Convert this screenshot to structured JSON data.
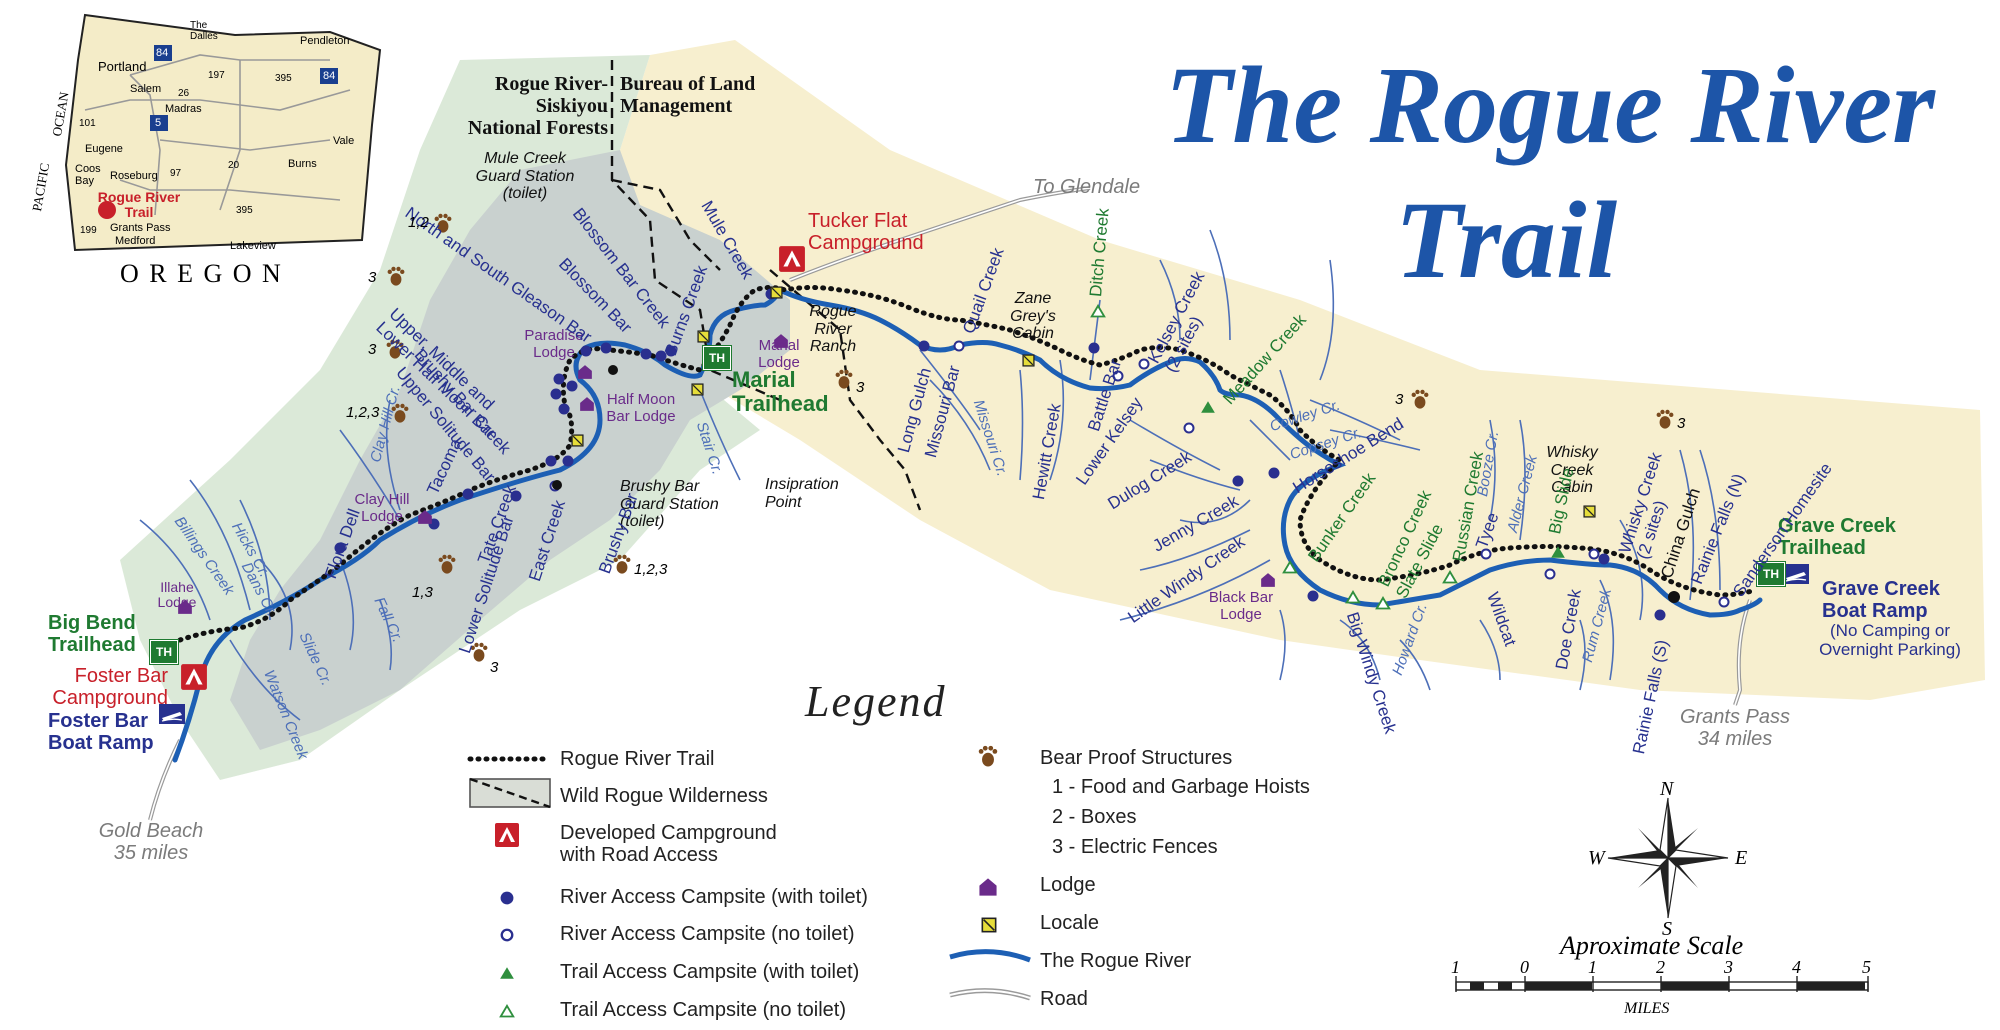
{
  "title": {
    "line1": "The Rogue River",
    "line2": "Trail"
  },
  "inset": {
    "state": "O R E G O N",
    "ocean1": "OCEAN",
    "ocean2": "PACIFIC",
    "cities": [
      "Portland",
      "The Dalles",
      "Pendleton",
      "Salem",
      "Madras",
      "Eugene",
      "Coos Bay",
      "Roseburg",
      "Burns",
      "Vale",
      "Grants Pass",
      "Medford",
      "Lakeview"
    ],
    "highways": [
      "84",
      "84",
      "5",
      "101",
      "26",
      "197",
      "395",
      "97",
      "20",
      "395",
      "199"
    ],
    "highlight": "Rogue River Trail"
  },
  "agencies": {
    "forest": "Rogue River-\nSiskiyou\nNational Forests",
    "blm": "Bureau of Land\nManagement"
  },
  "trailheads": {
    "big_bend": "Big Bend\nTrailhead",
    "marial": "Marial\nTrailhead",
    "grave_creek": "Grave Creek\nTrailhead",
    "th_badge": "TH"
  },
  "campgrounds": {
    "foster_bar": "Foster Bar\nCampground",
    "tucker_flat": "Tucker Flat\nCampground"
  },
  "boat_ramps": {
    "foster_bar": "Foster Bar\nBoat Ramp",
    "grave_creek": "Grave Creek\nBoat Ramp",
    "grave_creek_note": "(No Camping or\nOvernight Parking)"
  },
  "roads": {
    "gold_beach": "Gold Beach\n35 miles",
    "grants_pass": "Grants Pass\n34 miles",
    "glendale": "To Glendale"
  },
  "lodges": {
    "illahe": "Illahe\nLodge",
    "clay_hill": "Clay Hill\nLodge",
    "paradise": "Paradise\nLodge",
    "half_moon": "Half Moon\nBar Lodge",
    "marial": "Marial\nLodge",
    "black_bar": "Black Bar\nLodge"
  },
  "locales": {
    "mule_creek_guard": "Mule Creek\nGuard Station\n(toilet)",
    "rogue_river_ranch": "Rogue\nRiver\nRanch",
    "brushy_bar_guard": "Brushy Bar\nGuard Station\n(toilet)",
    "inspiration": "Insipration\nPoint",
    "zane_grey": "Zane\nGrey's\nCabin",
    "whisky_cabin": "Whisky\nCreek\nCabin"
  },
  "campsites": {
    "flora_dell": "Flora Dell",
    "tacoma": "Tacoma",
    "tate_creek": "Tate Creek",
    "lower_solitude": "Lower Solitude Bar",
    "east_creek": "East Creek",
    "brushy_bar": "Brushy Bar",
    "upper_solitude": "Upper Solitude Bar",
    "brushy_bar_creek": "Brushy Bar Creek",
    "half_moon_bar": "Upper, Middle and\nLower Half Moon Bar",
    "gleason_bar": "North and South Gleason Bar",
    "blossom_bar": "Blossom Bar",
    "blossom_bar_creek": "Blossom Bar Creek",
    "burns_creek": "Burns Creek",
    "mule_creek": "Mule Creek",
    "long_gulch": "Long Gulch",
    "missouri_bar": "Missouri Bar",
    "quail_creek": "Quail Creek",
    "hewitt_creek": "Hewitt Creek",
    "battle_bar": "Battle Bar",
    "lower_kelsey": "Lower Kelsey",
    "ditch_creek": "Ditch Creek",
    "kelsey_creek": "Kelsey Creek\n(2 sites)",
    "meadow_creek": "Meadow Creek",
    "dulog_creek": "Dulog Creek",
    "horseshoe_bend": "Horseshoe Bend",
    "jenny_creek": "Jenny Creek",
    "little_windy": "Little Windy Creek",
    "bunker_creek": "Bunker Creek",
    "big_windy": "Big Windy Creek",
    "bronco_creek": "Bronco Creek",
    "slate_slide": "Slate Slide",
    "russian_creek": "Russian Creek",
    "tyee": "Tyee",
    "wildcat": "Wildcat",
    "big_slide": "Big Slide",
    "doe_creek": "Doe Creek",
    "whisky_creek": "Whisky Creek\n(2 sites)",
    "china_gulch": "China Gulch",
    "rainie_falls_n": "Rainie Falls (N)",
    "rainie_falls_s": "Rainie Falls (S)",
    "sanderson": "Sanderson Homesite"
  },
  "tributaries": [
    "Billings Creek",
    "Hicks Cr.",
    "Dans Cr.",
    "Fall Cr.",
    "Slide Cr.",
    "Watson Creek",
    "Clay Hill Cr.",
    "Stair Cr.",
    "Missouri Cr.",
    "Cowley Cr.",
    "Copsey Cr.",
    "Howard Cr.",
    "Booze Cr.",
    "Alder Creek",
    "Rum Creek"
  ],
  "bear_labels": [
    "3",
    "3",
    "1,2",
    "1,2,3",
    "1,3",
    "3",
    "1,2,3",
    "3",
    "3",
    "3"
  ],
  "legend": {
    "title": "Legend",
    "items": [
      "Rogue River Trail",
      "Wild Rogue Wilderness",
      "Developed Campground\nwith Road Access",
      "River Access Campsite (with toilet)",
      "River Access Campsite (no toilet)",
      "Trail Access Campsite (with toilet)",
      "Trail Access Campsite (no toilet)"
    ],
    "items2": {
      "bear": "Bear Proof Structures",
      "bear1": "1 - Food and Garbage Hoists",
      "bear2": "2 - Boxes",
      "bear3": "3 - Electric Fences",
      "lodge": "Lodge",
      "locale": "Locale",
      "river": "The Rogue River",
      "road": "Road"
    }
  },
  "compass": {
    "n": "N",
    "s": "S",
    "e": "E",
    "w": "W"
  },
  "scale": {
    "title": "Aproximate Scale",
    "ticks": [
      "1",
      "0",
      "1",
      "2",
      "3",
      "4",
      "5"
    ],
    "unit": "MILES"
  },
  "colors": {
    "river": "#1d5fb4",
    "wilderness": "#c9d1cf",
    "forest": "#dbe9d8",
    "blm": "#f7efcf",
    "trail": "#111111",
    "campground_red": "#c8202a",
    "trailhead_green": "#1f7a31",
    "lodge_purple": "#6a2b8a",
    "locale_yellow": "#e6dd3a"
  }
}
